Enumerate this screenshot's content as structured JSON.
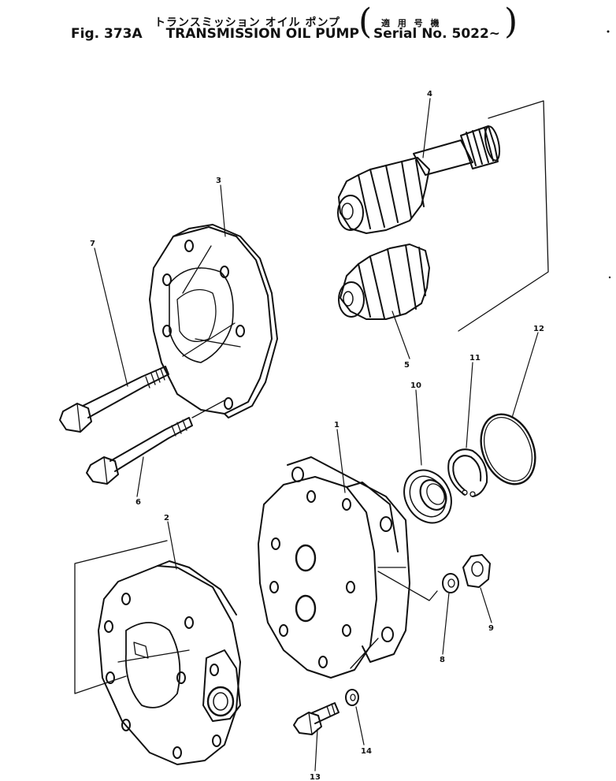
{
  "header": {
    "title_jp": "トランスミッション オイル ポンプ",
    "serial_jp": "適 用 号 機",
    "fig_label": "Fig. 373A",
    "title_en": "TRANSMISSION OIL PUMP",
    "serial_en": "Serial No. 5022~",
    "paren_open": "(",
    "paren_close": ")"
  },
  "callouts": [
    {
      "id": "c1",
      "label": "1"
    },
    {
      "id": "c2",
      "label": "2"
    },
    {
      "id": "c3",
      "label": "3"
    },
    {
      "id": "c4",
      "label": "4"
    },
    {
      "id": "c5",
      "label": "5"
    },
    {
      "id": "c6",
      "label": "6"
    },
    {
      "id": "c7",
      "label": "7"
    },
    {
      "id": "c8",
      "label": "8"
    },
    {
      "id": "c9",
      "label": "9"
    },
    {
      "id": "c10",
      "label": "10"
    },
    {
      "id": "c11",
      "label": "11"
    },
    {
      "id": "c12",
      "label": "12"
    },
    {
      "id": "c13",
      "label": "13"
    },
    {
      "id": "c14",
      "label": "14"
    }
  ]
}
